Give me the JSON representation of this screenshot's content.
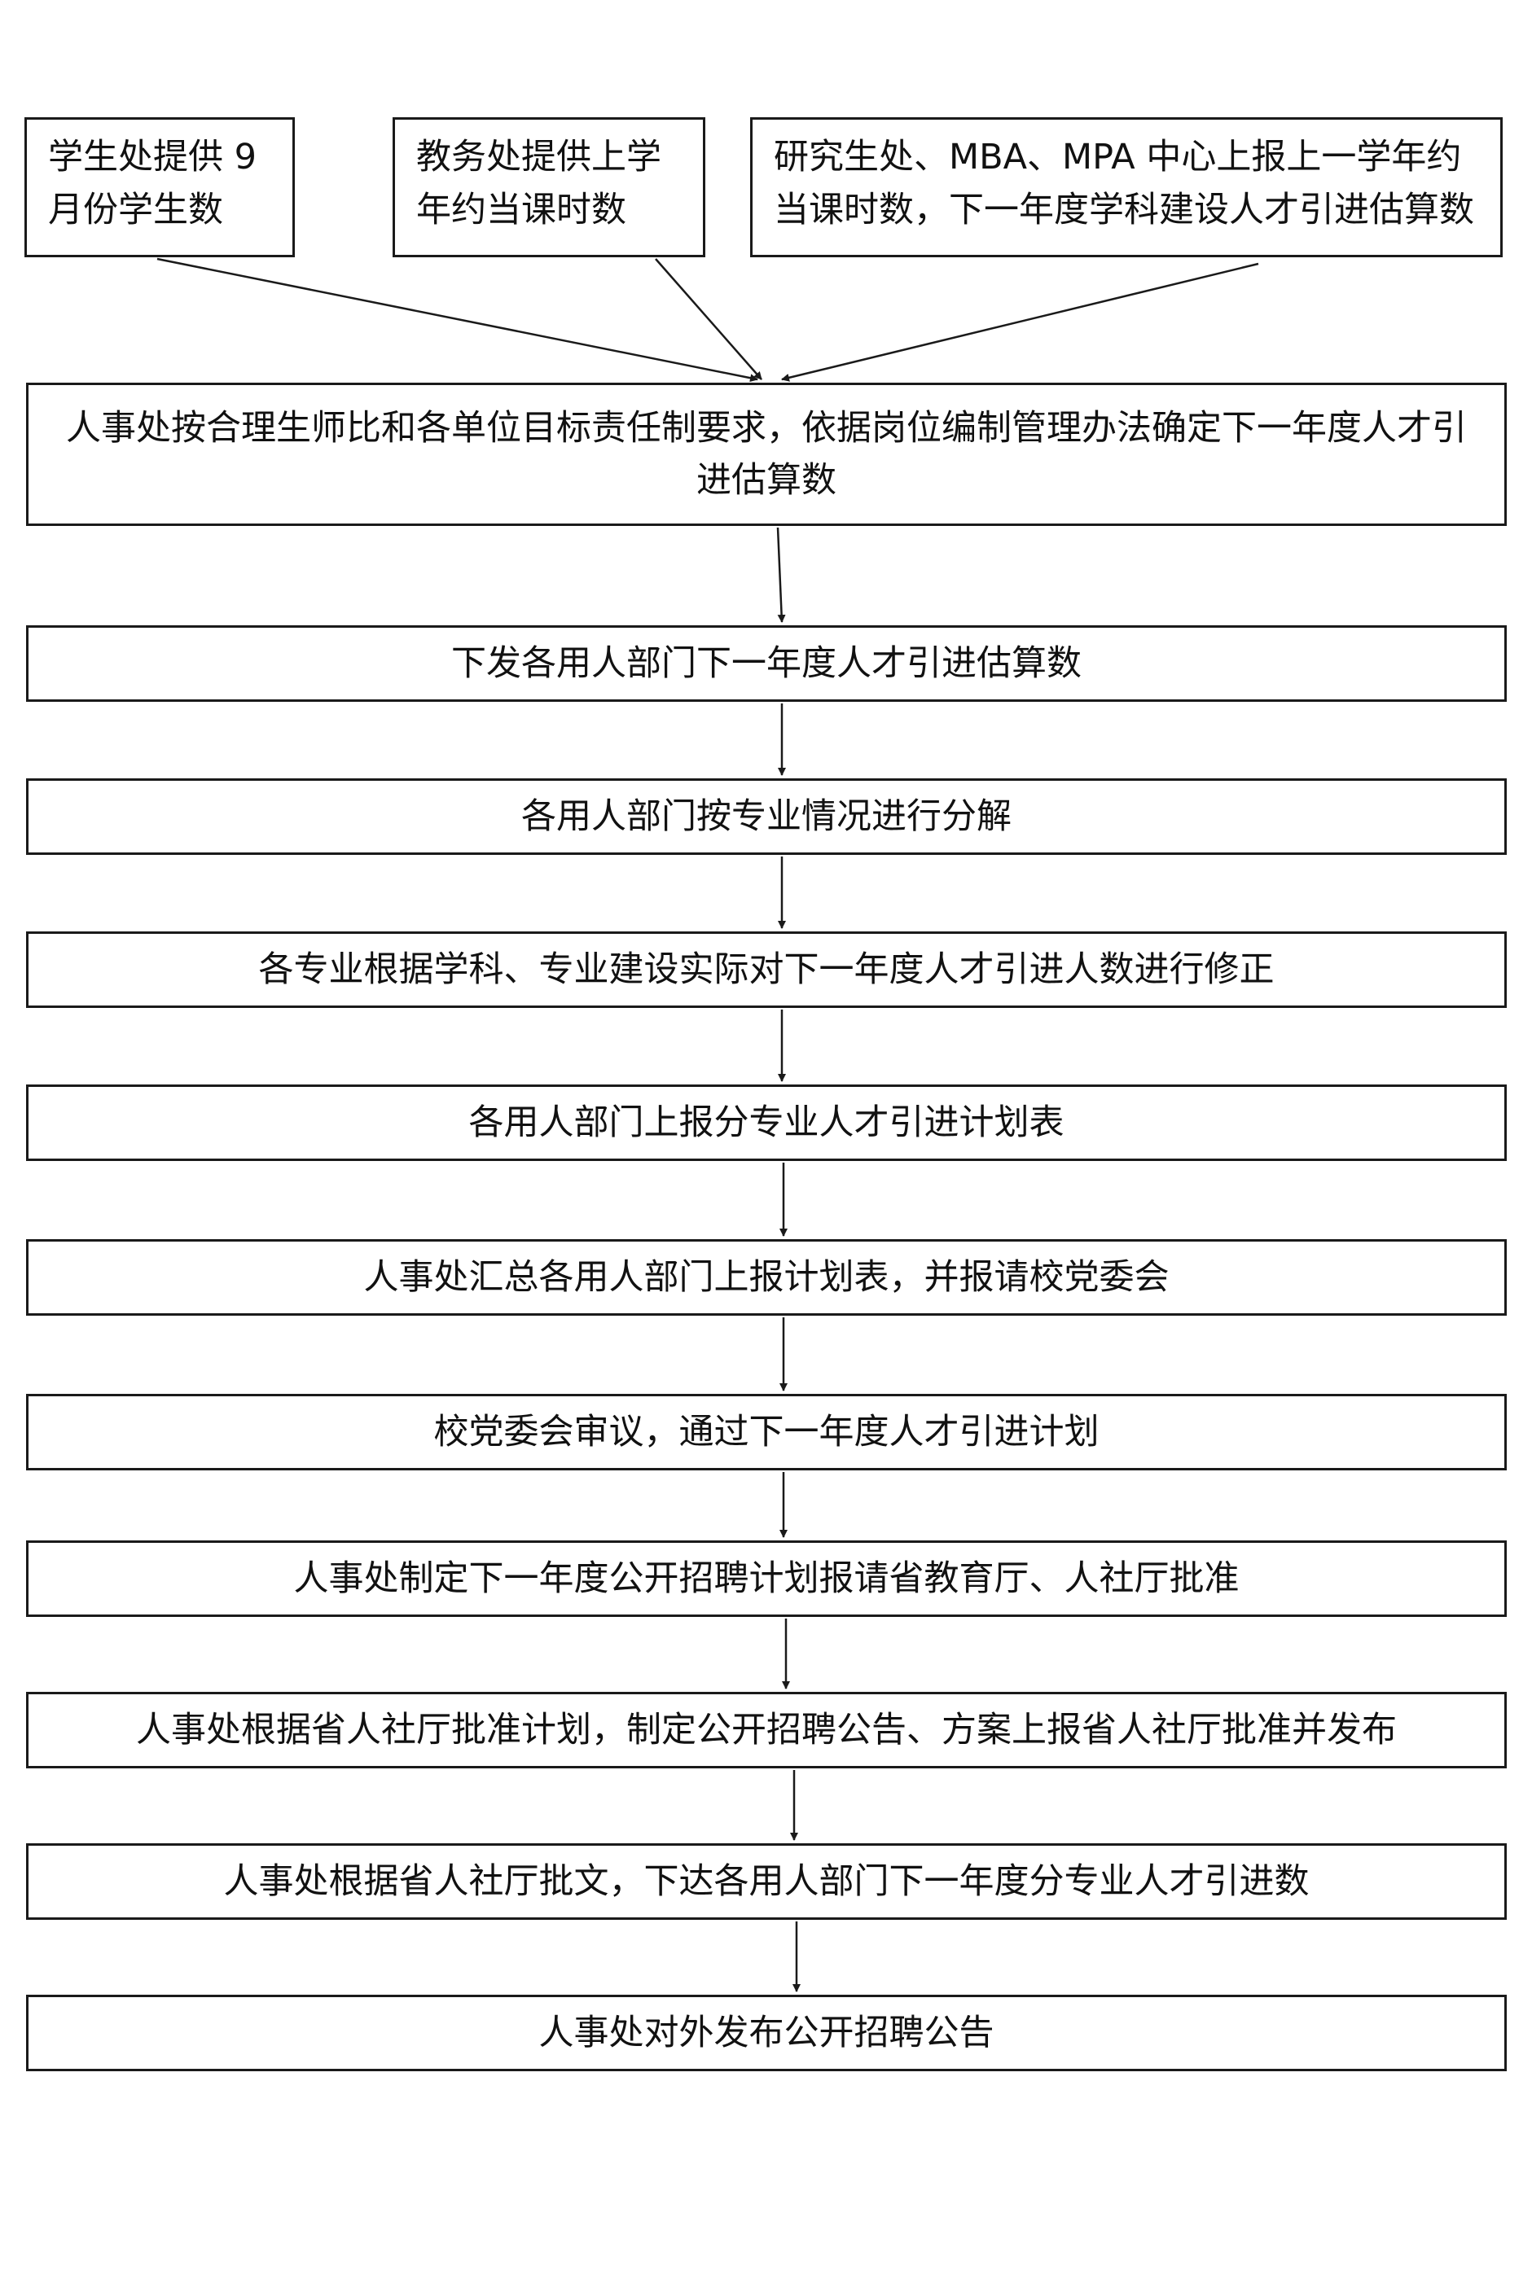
{
  "sources": [
    {
      "id": "student-office",
      "text": "学生处提供 9 月份学生数"
    },
    {
      "id": "academic-office",
      "text": "教务处提供上学年约当课时数"
    },
    {
      "id": "graduate-office",
      "text": "研究生处、MBA、MPA 中心上报上一学年约当课时数，下一年度学科建设人才引进估算数"
    }
  ],
  "steps": [
    {
      "id": "hr-estimate",
      "text": "人事处按合理生师比和各单位目标责任制要求，依据岗位编制管理办法确定下一年度人才引进估算数"
    },
    {
      "id": "issue-estimate",
      "text": "下发各用人部门下一年度人才引进估算数"
    },
    {
      "id": "decompose",
      "text": "各用人部门按专业情况进行分解"
    },
    {
      "id": "revise",
      "text": "各专业根据学科、专业建设实际对下一年度人才引进人数进行修正"
    },
    {
      "id": "submit-plan",
      "text": "各用人部门上报分专业人才引进计划表"
    },
    {
      "id": "summarize",
      "text": "人事处汇总各用人部门上报计划表，并报请校党委会"
    },
    {
      "id": "committee-review",
      "text": "校党委会审议，通过下一年度人才引进计划"
    },
    {
      "id": "recruit-plan",
      "text": "人事处制定下一年度公开招聘计划报请省教育厅、人社厅批准"
    },
    {
      "id": "announcement-plan",
      "text": "人事处根据省人社厅批准计划，制定公开招聘公告、方案上报省人社厅批准并发布"
    },
    {
      "id": "issue-numbers",
      "text": "人事处根据省人社厅批文，下达各用人部门下一年度分专业人才引进数"
    },
    {
      "id": "publish",
      "text": "人事处对外发布公开招聘公告"
    }
  ],
  "colors": {
    "stroke": "#1a1a1a",
    "text": "#111111",
    "background": "#ffffff"
  }
}
